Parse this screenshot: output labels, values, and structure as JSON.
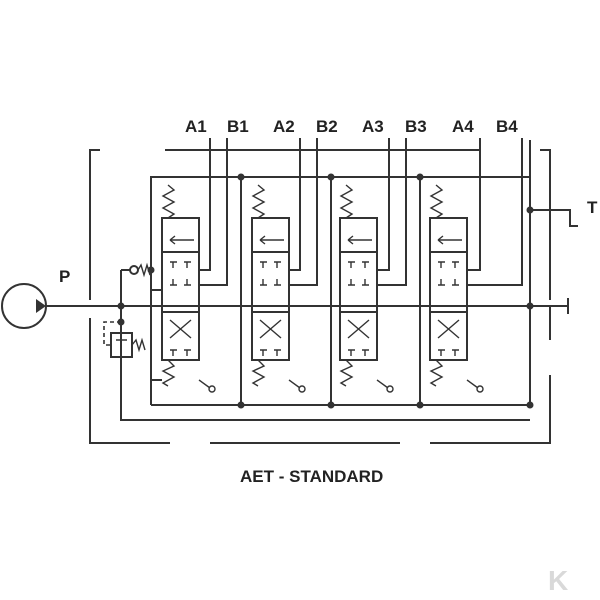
{
  "ports": {
    "a1": "A1",
    "b1": "B1",
    "a2": "A2",
    "b2": "B2",
    "a3": "A3",
    "b3": "B3",
    "a4": "A4",
    "b4": "B4",
    "pressure": "P",
    "tank": "T"
  },
  "caption": "AET - STANDARD",
  "watermark": "K",
  "colors": {
    "line": "#333333",
    "text": "#222222",
    "watermark": "#d9d9d9"
  }
}
